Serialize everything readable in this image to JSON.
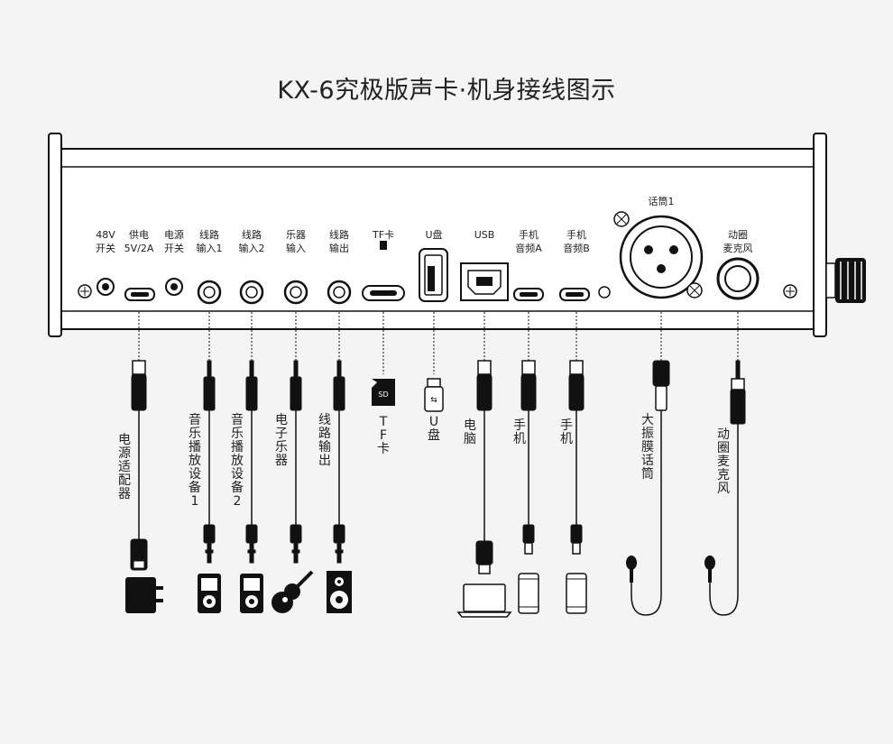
{
  "title": "KX-6究极版声卡·机身接线图示",
  "panel": {
    "top_ports": [
      {
        "id": "48v",
        "line1": "48V",
        "line2": "开关"
      },
      {
        "id": "power",
        "line1": "供电",
        "line2": "5V/2A"
      },
      {
        "id": "pwrsw",
        "line1": "电源",
        "line2": "开关"
      },
      {
        "id": "in1",
        "line1": "线路",
        "line2": "输入1"
      },
      {
        "id": "in2",
        "line1": "线路",
        "line2": "输入2"
      },
      {
        "id": "inst",
        "line1": "乐器",
        "line2": "输入"
      },
      {
        "id": "out",
        "line1": "线路",
        "line2": "输出"
      },
      {
        "id": "tf",
        "line1": "TF卡",
        "line2": ""
      },
      {
        "id": "udisk",
        "line1": "U盘",
        "line2": ""
      },
      {
        "id": "usb",
        "line1": "USB",
        "line2": ""
      },
      {
        "id": "phA",
        "line1": "手机",
        "line2": "音频A"
      },
      {
        "id": "phB",
        "line1": "手机",
        "line2": "音频B"
      },
      {
        "id": "mic1",
        "line1": "话筒1",
        "line2": ""
      },
      {
        "id": "dyn",
        "line1": "动圈",
        "line2": "麦克风"
      }
    ]
  },
  "devices": [
    {
      "id": "adapter",
      "label": "电源适配器",
      "icon": "power-adapter-icon"
    },
    {
      "id": "play1",
      "label": "音乐播放设备1",
      "icon": "music-player-icon"
    },
    {
      "id": "play2",
      "label": "音乐播放设备2",
      "icon": "music-player-icon"
    },
    {
      "id": "instr",
      "label": "电子乐器",
      "icon": "guitar-icon"
    },
    {
      "id": "lineout",
      "label": "线路输出",
      "icon": "speaker-icon"
    },
    {
      "id": "tfcard",
      "label": "TF卡",
      "icon": "tf-card-icon"
    },
    {
      "id": "udisk",
      "label": "U盘",
      "icon": "usb-stick-icon"
    },
    {
      "id": "pc",
      "label": "电脑",
      "icon": "laptop-icon"
    },
    {
      "id": "phone1",
      "label": "手机",
      "icon": "phone-icon"
    },
    {
      "id": "phone2",
      "label": "手机",
      "icon": "phone-icon"
    },
    {
      "id": "condmic",
      "label": "大振膜话筒",
      "icon": "condenser-mic-icon"
    },
    {
      "id": "dynmic",
      "label": "动圈麦克风",
      "icon": "dynamic-mic-icon"
    }
  ]
}
